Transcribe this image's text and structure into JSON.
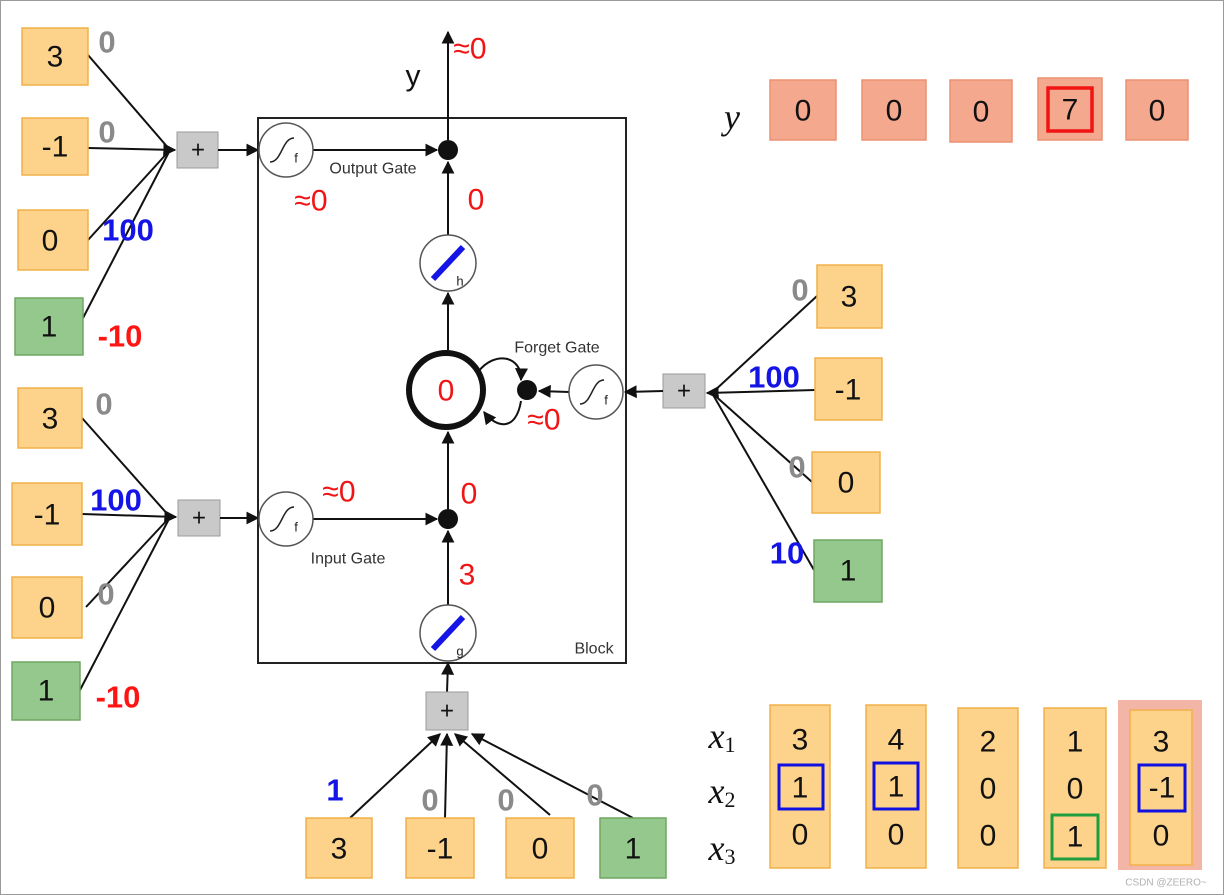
{
  "colors": {
    "input_box": "#FDD38B",
    "bias_box": "#94C88C",
    "output_box": "#F4A88E",
    "output_column_background": "#F3B6A6",
    "plus_box": "#C9C9C9",
    "weight_gray": "#8A8A8A",
    "weight_blue": "#1414E6",
    "weight_red": "#FF1414",
    "value_red": "#F01414",
    "highlight_blue": "#1010E0",
    "highlight_green": "#1E9E3C",
    "highlight_red": "#F01414"
  },
  "output_gate": {
    "label": "Output Gate",
    "symbol": "f",
    "value": "≈0",
    "plus": "+",
    "inputs": [
      {
        "value": "3",
        "weight": "0"
      },
      {
        "value": "-1",
        "weight": "0"
      },
      {
        "value": "0",
        "weight": "100"
      },
      {
        "value": "1",
        "weight": "-10"
      }
    ]
  },
  "input_gate": {
    "label": "Input Gate",
    "symbol": "f",
    "value": "≈0",
    "plus": "+",
    "inputs": [
      {
        "value": "3",
        "weight": "0"
      },
      {
        "value": "-1",
        "weight": "100"
      },
      {
        "value": "0",
        "weight": "0"
      },
      {
        "value": "1",
        "weight": "-10"
      }
    ]
  },
  "forget_gate": {
    "label": "Forget Gate",
    "symbol": "f",
    "value": "≈0",
    "plus": "+",
    "inputs": [
      {
        "value": "3",
        "weight": "0"
      },
      {
        "value": "-1",
        "weight": "100"
      },
      {
        "value": "0",
        "weight": "0"
      },
      {
        "value": "1",
        "weight": "10"
      }
    ]
  },
  "cell_input": {
    "symbol": "g",
    "output": "3",
    "plus": "+",
    "inputs": [
      {
        "value": "3",
        "weight": "1"
      },
      {
        "value": "-1",
        "weight": "0"
      },
      {
        "value": "0",
        "weight": "0"
      },
      {
        "value": "1",
        "weight": "0"
      }
    ]
  },
  "block": {
    "label": "Block",
    "input_product": "0",
    "memory_value": "0",
    "h_symbol": "h",
    "h_output": "0",
    "output_label": "y",
    "output_value": "≈0"
  },
  "sequence": {
    "y_label": "y",
    "y_values": [
      "0",
      "0",
      "0",
      "7",
      "0"
    ],
    "x_labels": [
      {
        "base": "x",
        "sub": "1"
      },
      {
        "base": "x",
        "sub": "2"
      },
      {
        "base": "x",
        "sub": "3"
      }
    ],
    "columns": [
      [
        "3",
        "1",
        "0"
      ],
      [
        "4",
        "1",
        "0"
      ],
      [
        "2",
        "0",
        "0"
      ],
      [
        "1",
        "0",
        "1"
      ],
      [
        "3",
        "-1",
        "0"
      ]
    ]
  },
  "watermark": "CSDN @ZEERO~"
}
